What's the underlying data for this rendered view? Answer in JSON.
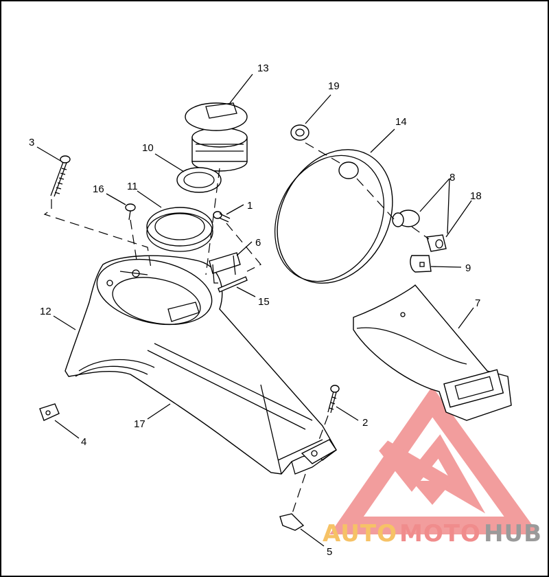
{
  "labels": {
    "l1": "1",
    "l2": "2",
    "l3": "3",
    "l4": "4",
    "l5": "5",
    "l6": "6",
    "l7": "7",
    "l8": "8",
    "l9": "9",
    "l10": "10",
    "l11": "11",
    "l12": "12",
    "l13": "13",
    "l14": "14",
    "l15": "15",
    "l16": "16",
    "l17": "17",
    "l18": "18",
    "l19": "19"
  },
  "watermark": {
    "part1": "AUTO",
    "part2": "MOTO",
    "part3": "HUB",
    "colors": {
      "red": "#f08c8c",
      "orange": "#f6c266",
      "gray": "#9a9a9a"
    }
  }
}
